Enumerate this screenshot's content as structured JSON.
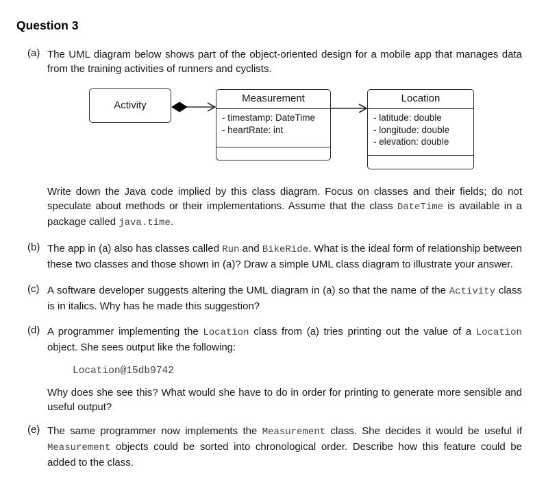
{
  "page": {
    "title": "Question 3"
  },
  "parts": [
    {
      "label": "(a)",
      "intro": [
        {
          "text": "The UML diagram below shows part of the object-oriented design for a mobile app that manages data from the training activities of runners and cyclists.",
          "code": false
        }
      ],
      "outro": [
        {
          "text": "Write down the Java code implied by this class diagram.  Focus on classes and their fields; do not speculate about methods or their implementations.  Assume that the class ",
          "code": false
        },
        {
          "text": "DateTime",
          "code": true
        },
        {
          "text": " is available in a package called ",
          "code": false
        },
        {
          "text": "java.time",
          "code": true
        },
        {
          "text": ".",
          "code": false
        }
      ]
    },
    {
      "label": "(b)",
      "text": [
        {
          "text": "The app in (a) also has classes called ",
          "code": false
        },
        {
          "text": "Run",
          "code": true
        },
        {
          "text": " and ",
          "code": false
        },
        {
          "text": "BikeRide",
          "code": true
        },
        {
          "text": ".  What is the ideal form of relationship between these two classes and those shown in (a)?  Draw a simple UML class diagram to illustrate your answer.",
          "code": false
        }
      ]
    },
    {
      "label": "(c)",
      "text": [
        {
          "text": "A software developer suggests altering the UML diagram in (a) so that the name of the ",
          "code": false
        },
        {
          "text": "Activity",
          "code": true
        },
        {
          "text": " class is in italics.  Why has he made this suggestion?",
          "code": false
        }
      ]
    },
    {
      "label": "(d)",
      "text1": [
        {
          "text": "A programmer implementing the ",
          "code": false
        },
        {
          "text": "Location",
          "code": true
        },
        {
          "text": " class from (a) tries printing out the value of a ",
          "code": false
        },
        {
          "text": "Location",
          "code": true
        },
        {
          "text": " object.  She sees output like the following:",
          "code": false
        }
      ],
      "code_output": "Location@15db9742",
      "text2": [
        {
          "text": "Why does she see this?  What would she have to do in order for printing to generate more sensible and useful output?",
          "code": false
        }
      ]
    },
    {
      "label": "(e)",
      "text": [
        {
          "text": "The same programmer now implements the ",
          "code": false
        },
        {
          "text": "Measurement",
          "code": true
        },
        {
          "text": " class.  She decides it would be useful if ",
          "code": false
        },
        {
          "text": "Measurement",
          "code": true
        },
        {
          "text": " objects could be sorted into chronological order.  Describe how this feature could be added to the class.",
          "code": false
        }
      ]
    }
  ],
  "diagram": {
    "classes": [
      {
        "name": "Activity",
        "fields": []
      },
      {
        "name": "Measurement",
        "fields": [
          "- timestamp: DateTime",
          "- heartRate: int"
        ]
      },
      {
        "name": "Location",
        "fields": [
          "- latitude: double",
          "- longitude: double",
          "- elevation: double"
        ]
      }
    ],
    "relationships": [
      {
        "from": "Activity",
        "to": "Measurement",
        "type": "composition (filled diamond at Activity) with open arrow toward Measurement"
      },
      {
        "from": "Measurement",
        "to": "Location",
        "type": "directed association (open arrow toward Location)"
      }
    ]
  }
}
